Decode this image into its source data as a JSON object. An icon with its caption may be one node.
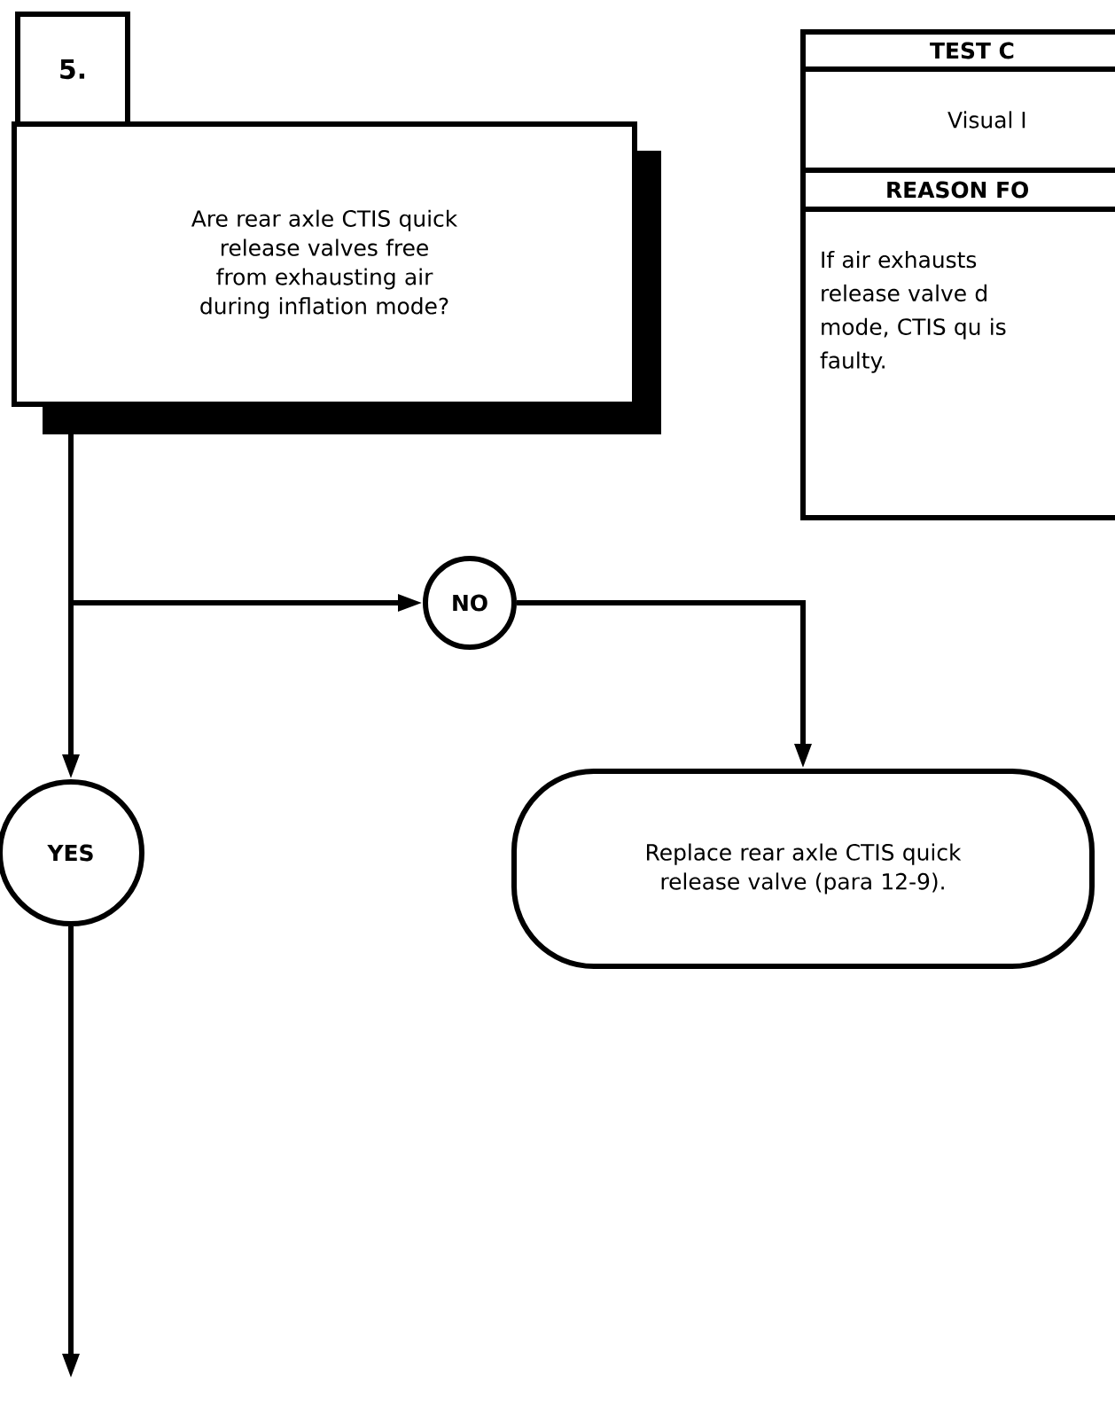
{
  "diagram": {
    "nodes": [
      {
        "text": [
          "5."
        ]
      },
      {
        "text": [
          "Are rear axle CTIS quick release valves free from exhausting air during inflation mode?"
        ]
      },
      {
        "text": [
          "NO"
        ]
      },
      {
        "text": [
          "Replace rear axle CTIS quick release valve (para 12-9)."
        ]
      },
      {
        "text": [
          "YES"
        ]
      },
      {
        "text": [
          "TEST C"
        ]
      },
      {
        "text": [
          "Visual I"
        ]
      },
      {
        "text": [
          "REASON FO"
        ]
      },
      {
        "text": [
          "If air exhausts release valve d mode, CTIS qu is faulty."
        ]
      }
    ],
    "edges": [
      {
        "from": 1,
        "to": 2,
        "arrow": "to"
      },
      {
        "from": 1,
        "to": 4,
        "arrow": "to"
      },
      {
        "from": 2,
        "to": 3,
        "arrow": "to"
      },
      {
        "from": 4,
        "to": null,
        "arrow": "to"
      }
    ]
  }
}
